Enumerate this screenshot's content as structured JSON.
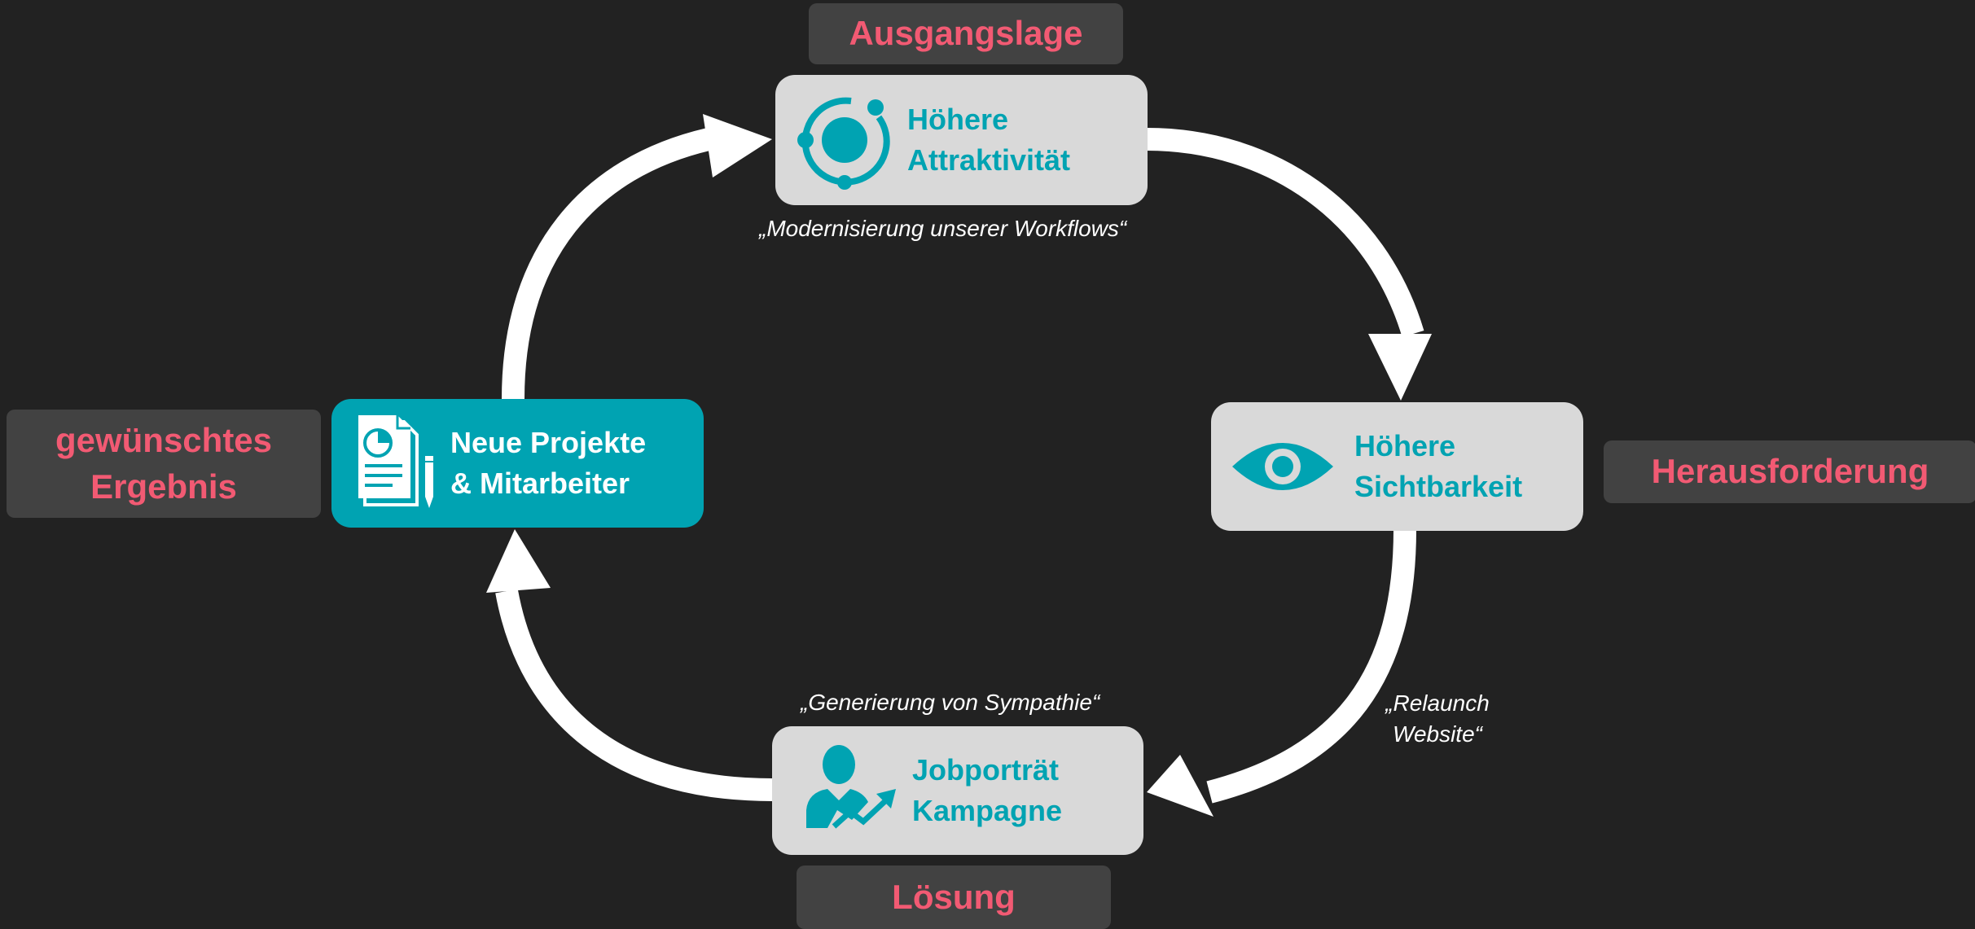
{
  "colors": {
    "background": "#222222",
    "label_box": "#424242",
    "label_text": "#f25a73",
    "node_gray": "#d9d9d9",
    "accent_teal": "#00a3b2",
    "arrow": "#ffffff"
  },
  "labels": {
    "top": "Ausgangslage",
    "right": "Herausforderung",
    "bottom": "Lösung",
    "left_line1": "gewünschtes",
    "left_line2": "Ergebnis"
  },
  "nodes": {
    "top": {
      "icon": "orbit-icon",
      "line1": "Höhere",
      "line2": "Attraktivität"
    },
    "right": {
      "icon": "eye-icon",
      "line1": "Höhere",
      "line2": "Sichtbarkeit"
    },
    "bottom": {
      "icon": "person-growth-icon",
      "line1": "Jobporträt",
      "line2": "Kampagne"
    },
    "left": {
      "icon": "report-document-icon",
      "line1": "Neue Projekte",
      "line2": "& Mitarbeiter"
    }
  },
  "quotes": {
    "top": "„Modernisierung unserer Workflows“",
    "bottom": "„Generierung von Sympathie“",
    "right_line1": "„Relaunch",
    "right_line2": "Website“"
  }
}
